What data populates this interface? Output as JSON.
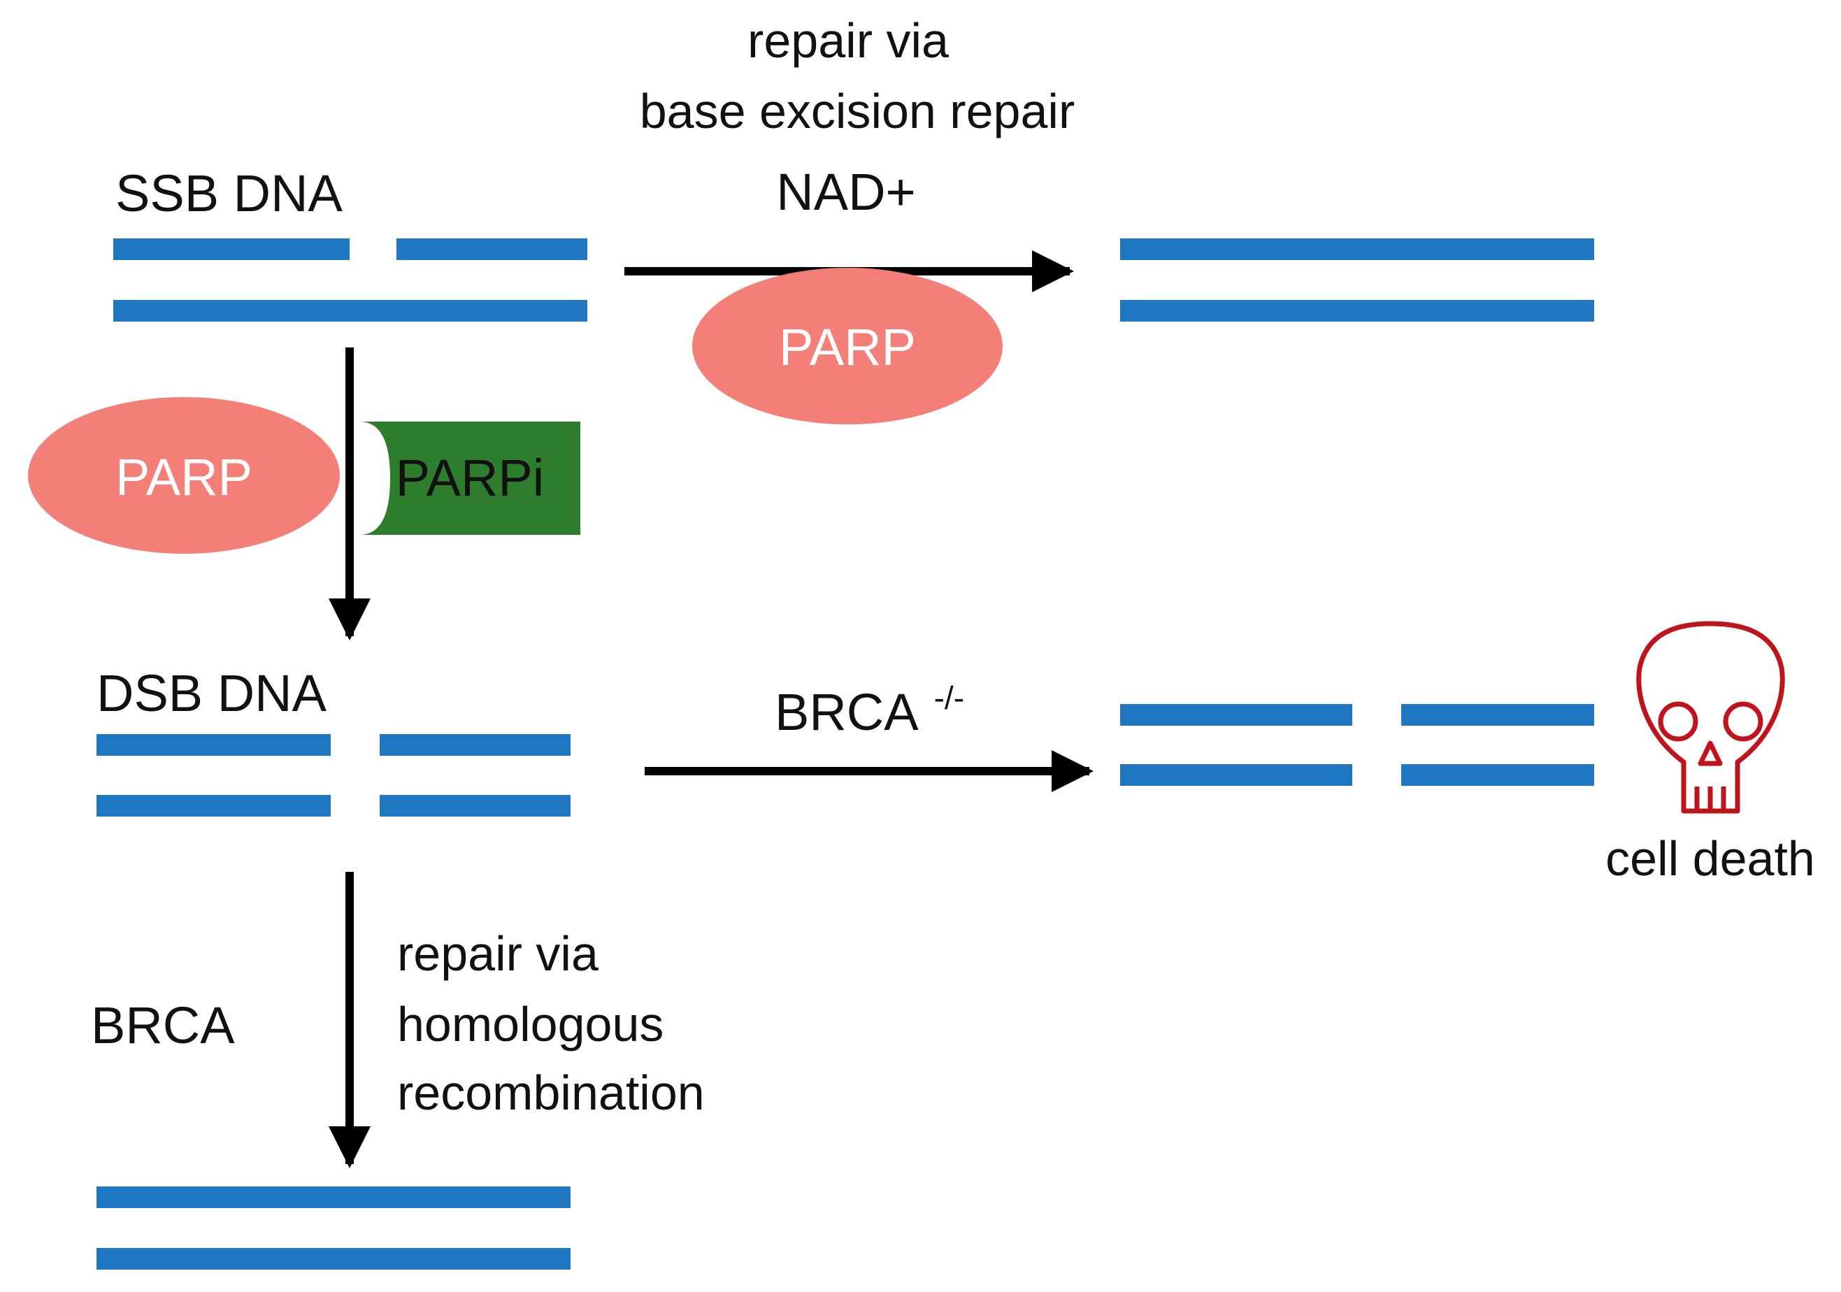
{
  "colors": {
    "dna": "#1f77c2",
    "parp": "#f47f78",
    "parpi": "#2e7d2c",
    "arrow": "#000000",
    "skull": "#c0141c"
  },
  "ssb": {
    "label": "SSB DNA"
  },
  "dsb": {
    "label": "DSB DNA"
  },
  "top_path": {
    "label_line1": "repair via",
    "label_line2": "base excision repair",
    "cofactor": "NAD+",
    "enzyme": "PARP"
  },
  "inhibition": {
    "enzyme": "PARP",
    "inhibitor": "PARPi"
  },
  "middle_path": {
    "label": "BRCA",
    "superscript": "-/-"
  },
  "outcome": {
    "icon": "skull-icon",
    "label": "cell death"
  },
  "bottom_path": {
    "enzyme": "BRCA",
    "label_line1": "repair via",
    "label_line2": "homologous",
    "label_line3": "recombination"
  }
}
